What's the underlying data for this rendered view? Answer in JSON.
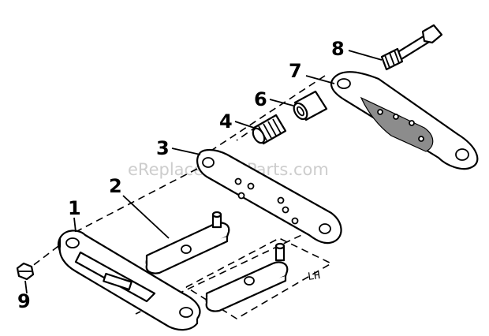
{
  "watermark": "eReplacementParts.com",
  "callouts": [
    "1",
    "2",
    "3",
    "4",
    "6",
    "7",
    "8",
    "9"
  ],
  "lh_label": "LH"
}
